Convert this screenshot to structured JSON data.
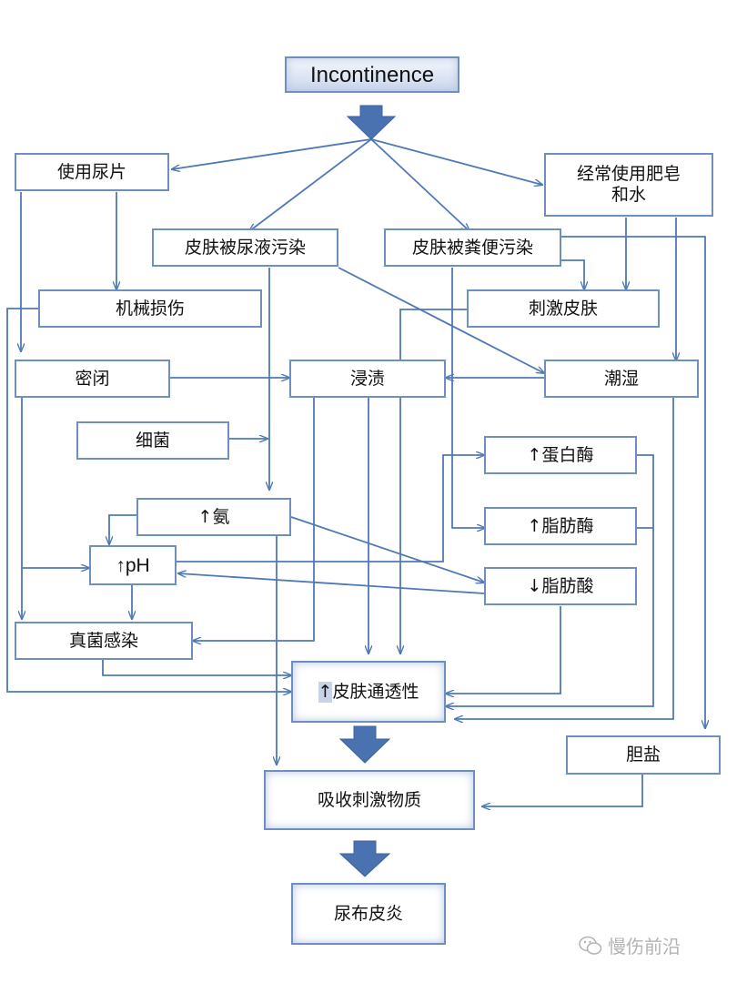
{
  "colors": {
    "line": "#4f79b6",
    "border": "#6f8fbd",
    "block_arrow": "#4a72b0"
  },
  "nodes": {
    "incontinence": "Incontinence",
    "diaper": "使用尿片",
    "soap": "经常使用肥皂\n和水",
    "urine": "皮肤被尿液污染",
    "feces": "皮肤被粪便污染",
    "mechanical": "机械损伤",
    "irritate": "刺激皮肤",
    "occlusion": "密闭",
    "maceration": "浸渍",
    "moisture": "潮湿",
    "bacteria": "细菌",
    "protease": "↑蛋白酶",
    "ammonia": "↑氨",
    "lipase": "↑脂肪酶",
    "ph": "↑pH",
    "fatty_acid": "↓脂肪酸",
    "fungal": "真菌感染",
    "perm_arrow": "↑",
    "perm_label": "皮肤通透性",
    "bile": "胆盐",
    "absorb": "吸收刺激物质",
    "dermatitis": "尿布皮炎"
  },
  "watermark": {
    "icon": "wechat-icon",
    "text": "慢伤前沿"
  }
}
